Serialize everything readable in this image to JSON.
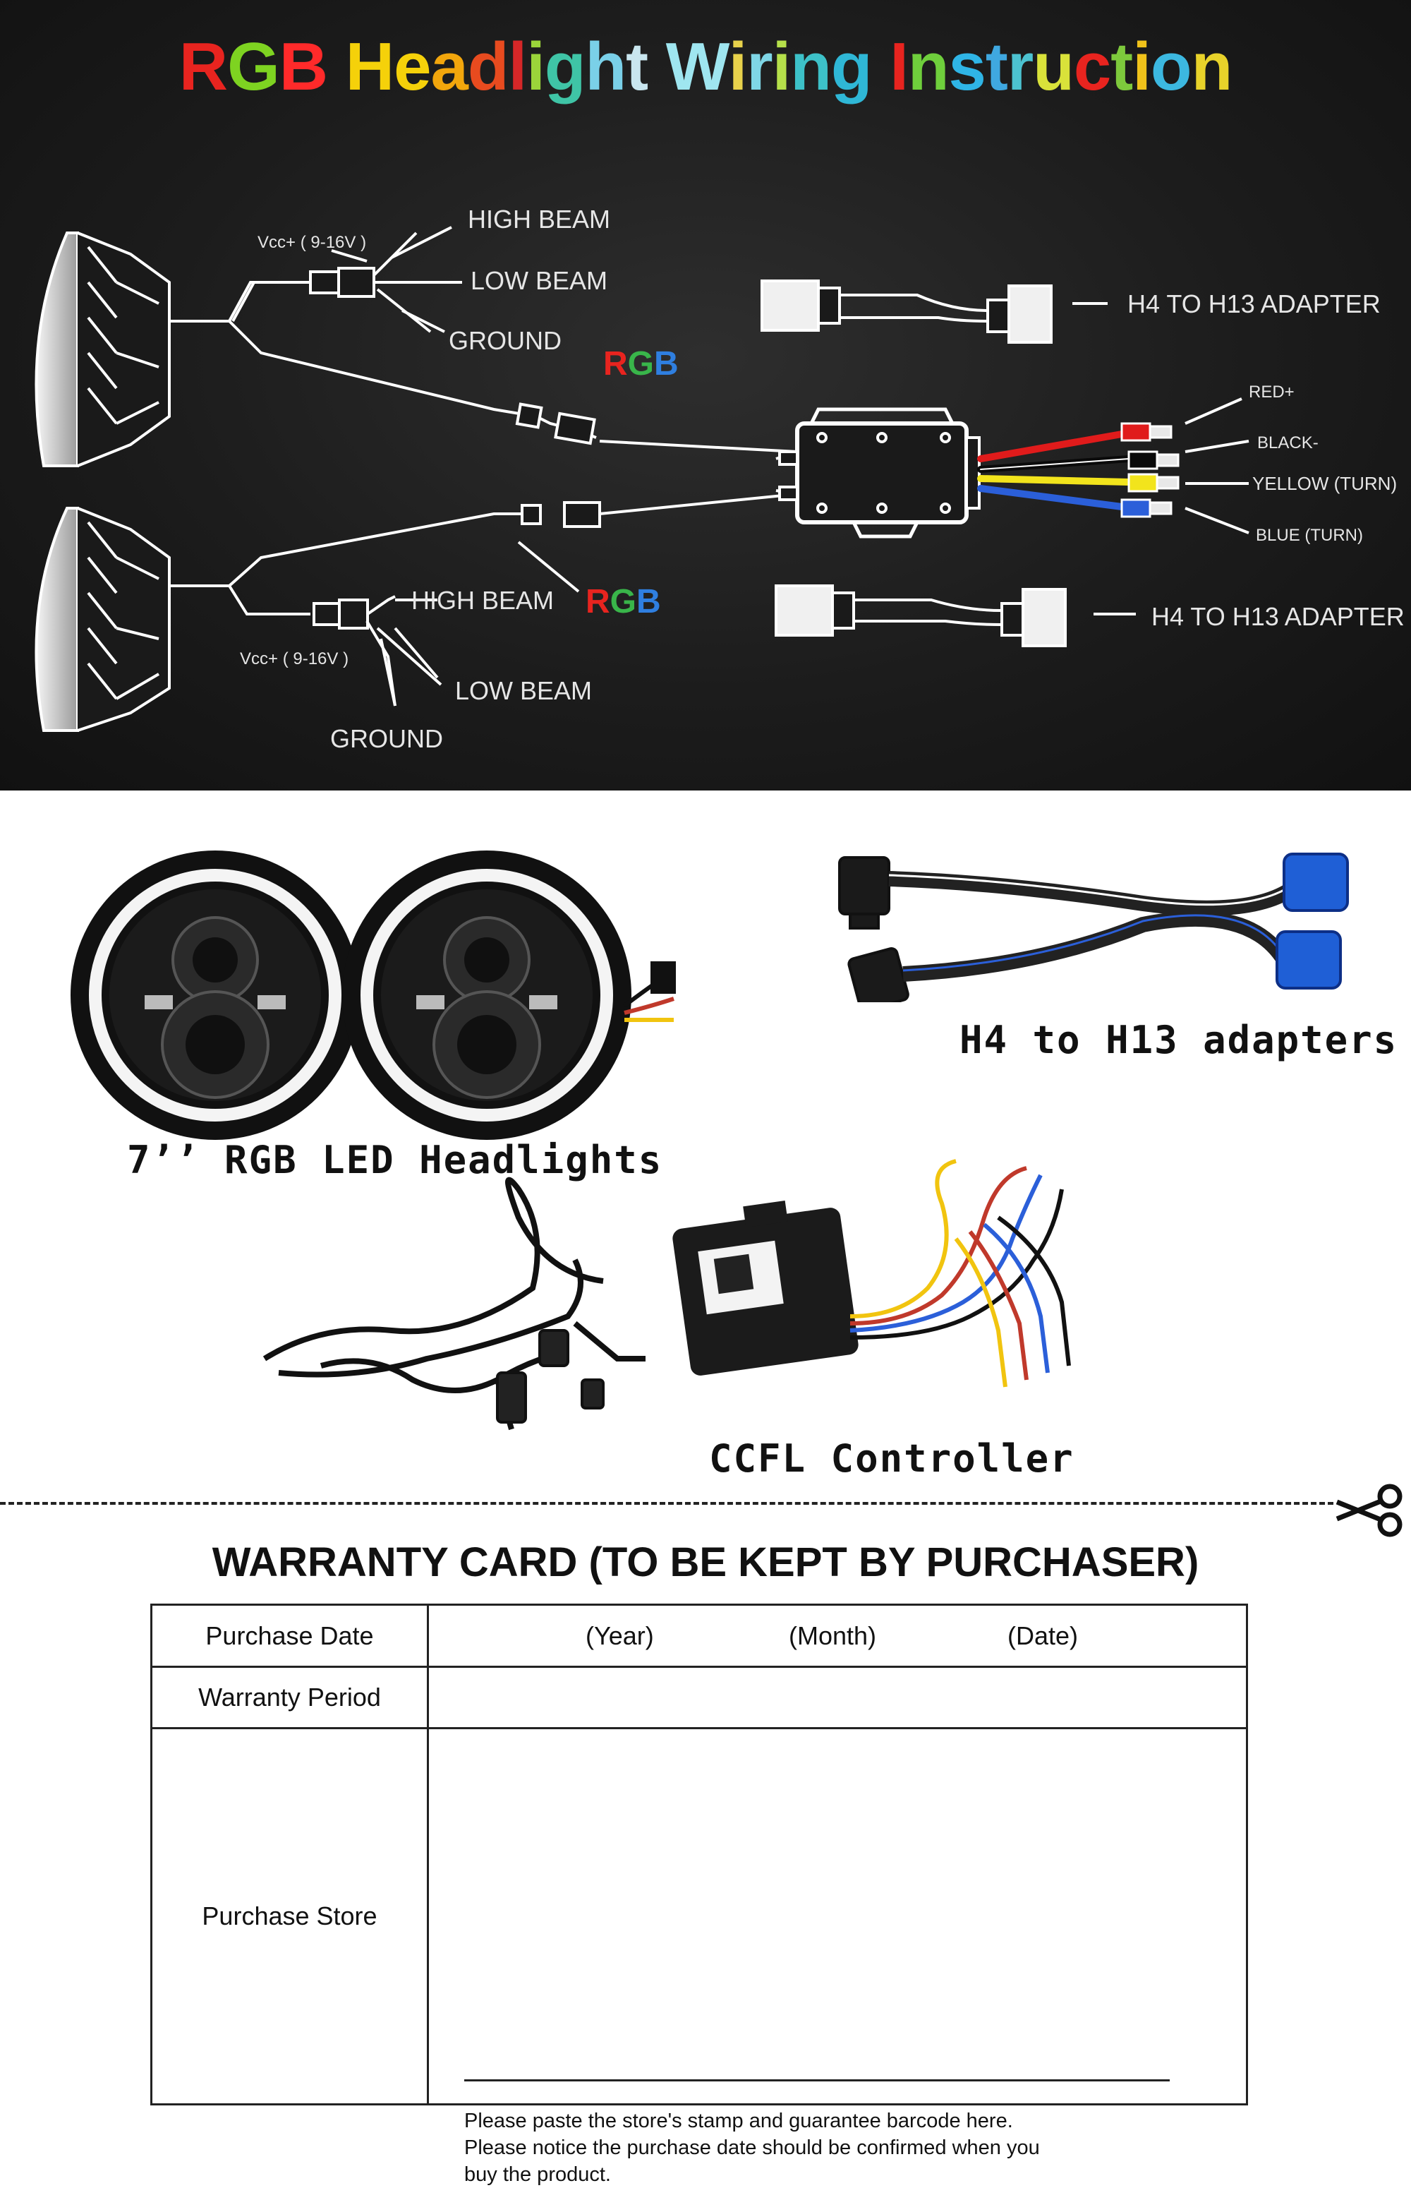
{
  "diagram": {
    "title_letters": [
      {
        "t": "R",
        "c": "#e8241f"
      },
      {
        "t": "G",
        "c": "#7ed321"
      },
      {
        "t": "B",
        "c": "#ff2a2a"
      },
      {
        "t": " ",
        "c": "#ffffff"
      },
      {
        "t": "H",
        "c": "#f5d10a"
      },
      {
        "t": "e",
        "c": "#f5d10a"
      },
      {
        "t": "a",
        "c": "#f2a60c"
      },
      {
        "t": "d",
        "c": "#e84b1f"
      },
      {
        "t": "l",
        "c": "#d62728"
      },
      {
        "t": "i",
        "c": "#9bd43a"
      },
      {
        "t": "g",
        "c": "#3fc4a6"
      },
      {
        "t": "h",
        "c": "#7ad0e8"
      },
      {
        "t": "t",
        "c": "#c9e6ef"
      },
      {
        "t": " ",
        "c": "#ffffff"
      },
      {
        "t": "W",
        "c": "#9fe6f0"
      },
      {
        "t": "i",
        "c": "#e8d24b"
      },
      {
        "t": "r",
        "c": "#7fd6e6"
      },
      {
        "t": "i",
        "c": "#b6e04a"
      },
      {
        "t": "n",
        "c": "#3dc1c8"
      },
      {
        "t": "g",
        "c": "#2fb7d6"
      },
      {
        "t": " ",
        "c": "#ffffff"
      },
      {
        "t": "I",
        "c": "#e8241f"
      },
      {
        "t": "n",
        "c": "#6fcf3c"
      },
      {
        "t": "s",
        "c": "#2fb5e6"
      },
      {
        "t": "t",
        "c": "#3fa8e0"
      },
      {
        "t": "r",
        "c": "#4cc2d0"
      },
      {
        "t": "u",
        "c": "#d9e23a"
      },
      {
        "t": "c",
        "c": "#e8241f"
      },
      {
        "t": "t",
        "c": "#7dc93c"
      },
      {
        "t": "i",
        "c": "#f0c21a"
      },
      {
        "t": "o",
        "c": "#3cb8e0"
      },
      {
        "t": "n",
        "c": "#e8d22a"
      }
    ],
    "labels": {
      "vcc_top": "Vcc+ ( 9-16V )",
      "high_beam_top": "HIGH BEAM",
      "low_beam_top": "LOW BEAM",
      "ground_top": "GROUND",
      "rgb_top": "RGB",
      "adapter_top": "H4 TO H13 ADAPTER",
      "red": "RED+",
      "black": "BLACK-",
      "yellow": "YELLOW (TURN)",
      "blue": "BLUE (TURN)",
      "high_beam_bottom": "HIGH BEAM",
      "rgb_bottom": "RGB",
      "adapter_bottom": "H4 TO H13 ADAPTER",
      "vcc_bottom": "Vcc+ ( 9-16V )",
      "low_beam_bottom": "LOW BEAM",
      "ground_bottom": "GROUND"
    },
    "colors": {
      "red": "#e01b1b",
      "yellow": "#f2e41c",
      "blue": "#2b5fd9",
      "black": "#111111"
    }
  },
  "products": {
    "headlights_caption": "7’’ RGB LED Headlights",
    "adapters_caption": "H4 to H13 adapters",
    "controller_caption": "CCFL Controller"
  },
  "warranty": {
    "title": "WARRANTY CARD  (TO BE KEPT BY PURCHASER)",
    "purchase_date_label": "Purchase Date",
    "year": "(Year)",
    "month": "(Month)",
    "date": "(Date)",
    "warranty_period_label": "Warranty Period",
    "purchase_store_label": "Purchase Store",
    "note_line1": "Please paste the store's stamp and guarantee barcode here.",
    "note_line2": "Please notice the purchase date should be confirmed when you",
    "note_line3": "buy the product."
  }
}
